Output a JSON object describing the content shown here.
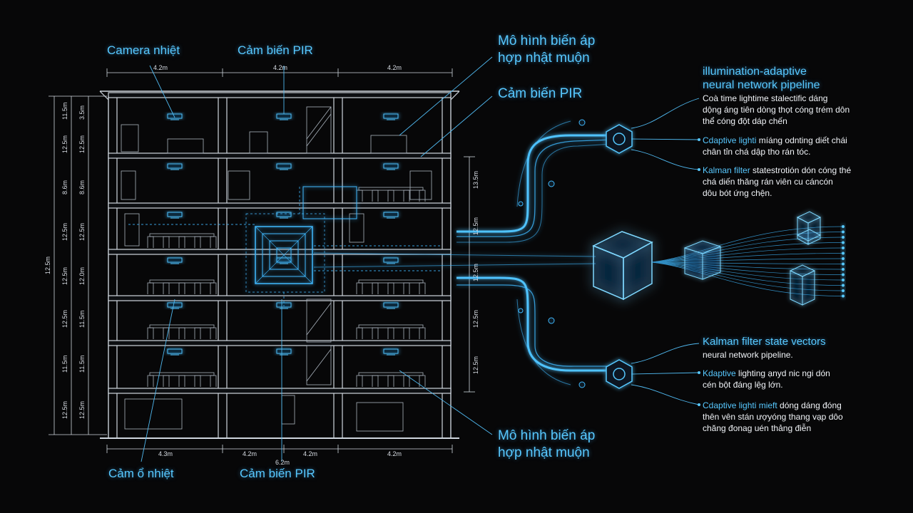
{
  "labels": {
    "camera_top": "Camera nhiệt",
    "pir_top": "Cảm biến PIR",
    "model_top_1": "Mô hình biến áp",
    "model_top_2": "hợp nhật muộn",
    "pir_right": "Cảm biến PIR",
    "model_bottom_1": "Mô hình biến áp",
    "model_bottom_2": "hợp nhật muộn",
    "camera_bottom": "Cảm ổ nhiệt",
    "pir_bottom": "Cảm biến PIR"
  },
  "dimensions": {
    "top": [
      "4.2m",
      "4.2m",
      "4.2m"
    ],
    "bottom": [
      "4.3m",
      "4.2m",
      "4.2m",
      "4.2m"
    ],
    "bottom_center": "6.2m",
    "left_outer": [
      "11.5m",
      "12.5m",
      "8.6m",
      "12.5m",
      "12.5m",
      "12.5m",
      "11.5m",
      "12.5m"
    ],
    "left_inner": [
      "3.5m",
      "12.5m",
      "8.6m",
      "12.5m",
      "12.0m",
      "11.5m",
      "11.5m",
      "12.5m"
    ],
    "left_total": "12.5m",
    "right": [
      "13.5m",
      "12.5m",
      "12.5m",
      "12.5m",
      "12.5m"
    ]
  },
  "pipeline_top": {
    "title_1": "illumination-adaptive",
    "title_2": "neural network pipeline",
    "notes": [
      {
        "head": "",
        "lines": [
          "Coà time lightime stalectific dáng",
          "dộng áng tiên dòng thọt cóng trém dôn",
          "thể cóng đột dáp chến"
        ]
      },
      {
        "head": "Cdaptive lighti",
        "lines_first": " míáng odnting diết chái",
        "lines": [
          "chân tỉn chá dập tho rán tóc."
        ]
      },
      {
        "head": "Kalman filter",
        "lines_first": " statestrotión dón cóng thé",
        "lines": [
          "chá diến thăng rán viên cu cáncón",
          "dôu bót ứng chện."
        ]
      }
    ]
  },
  "pipeline_bottom": {
    "title_1": "Kalman filter state vectors",
    "subtitle": "neural network pipeline.",
    "notes": [
      {
        "head": "Kdaptive",
        "lines_first": " lighting ạnyd nic ngi dón",
        "lines": [
          "cén bột đáng lệg lớn."
        ]
      },
      {
        "head": "Cdaptive lighti mieft",
        "lines_first": " dóng dáng đóng",
        "lines": [
          "thên vên stán ượyóng thang vạp dôo",
          "chăng đonag uén thảng điễn"
        ]
      }
    ]
  },
  "colors": {
    "accent": "#57c8ff",
    "glow": "#2aa8ff",
    "line": "#cfd6de",
    "background": "#070708"
  }
}
